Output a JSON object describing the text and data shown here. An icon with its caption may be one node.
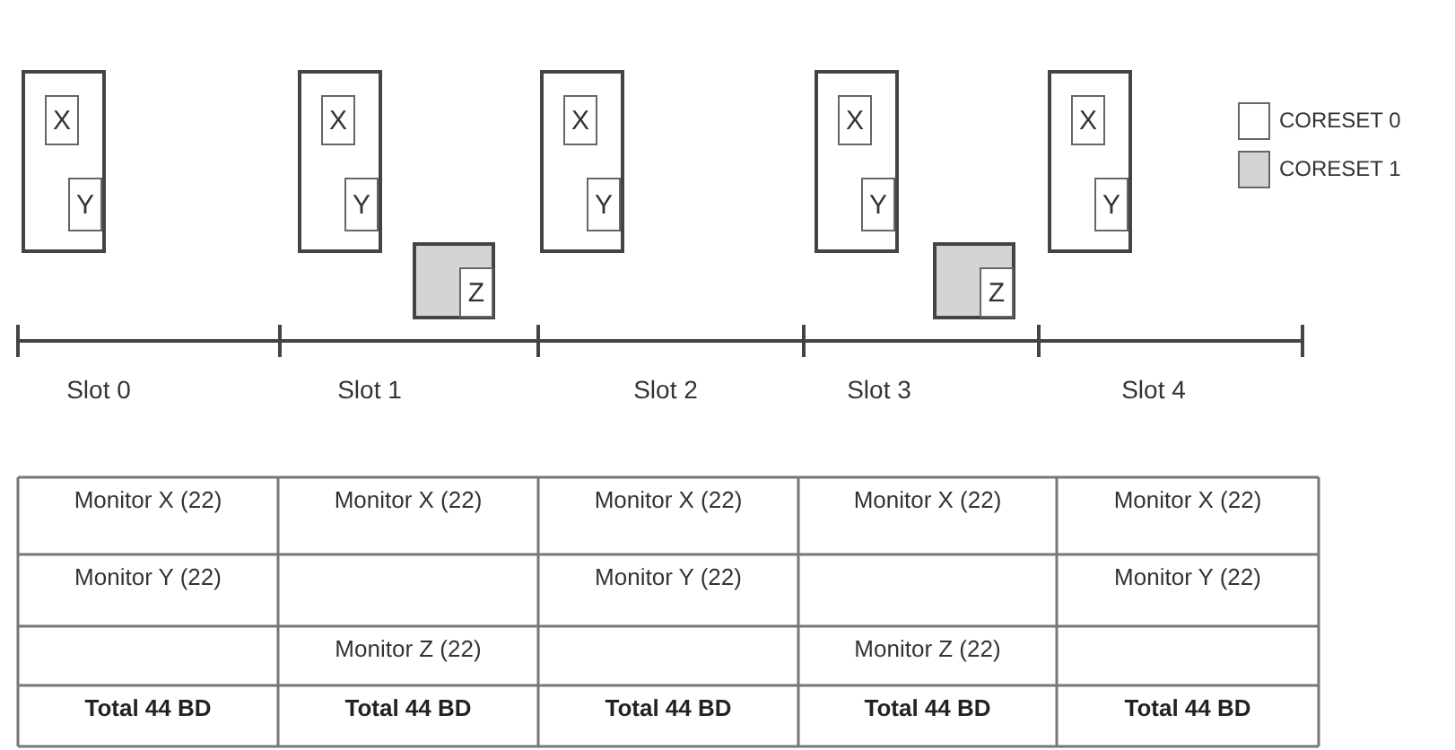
{
  "diagram": {
    "nodes": [
      {
        "text": [],
        "shape": "box"
      },
      {
        "text": [
          "X"
        ],
        "in": 0
      },
      {
        "text": [
          "Y"
        ],
        "in": 0
      },
      {
        "text": [],
        "shape": "box"
      },
      {
        "text": [
          "X"
        ],
        "in": 3
      },
      {
        "text": [
          "Y"
        ],
        "in": 3
      },
      {
        "text": [],
        "shape": "box"
      },
      {
        "text": [
          "Z"
        ],
        "in": 6
      },
      {
        "text": [],
        "shape": "box"
      },
      {
        "text": [
          "X"
        ],
        "in": 8
      },
      {
        "text": [
          "Y"
        ],
        "in": 8
      },
      {
        "text": [],
        "shape": "box"
      },
      {
        "text": [
          "X"
        ],
        "in": 11
      },
      {
        "text": [
          "Y"
        ],
        "in": 11
      },
      {
        "text": [],
        "shape": "box"
      },
      {
        "text": [
          "Z"
        ],
        "in": 14
      },
      {
        "text": [],
        "shape": "box"
      },
      {
        "text": [
          "X"
        ],
        "in": 16
      },
      {
        "text": [
          "Y"
        ],
        "in": 16
      }
    ],
    "labels": [
      "Slot 0",
      "Slot 1",
      "Slot 2",
      "Slot 3",
      "Slot 4",
      "Monitor X (22)",
      "Monitor X (22)",
      "Monitor X (22)",
      "Monitor X (22)",
      "Monitor X (22)",
      "Monitor Y (22)",
      "Monitor Y (22)",
      "Monitor Y (22)",
      "Monitor Z (22)",
      "Monitor Z (22)",
      "Total 44 BD",
      "Total 44 BD",
      "Total 44 BD",
      "Total 44 BD",
      "Total 44 BD"
    ],
    "legend": [
      {
        "text": "CORESET 0",
        "color": "#ffffff"
      },
      {
        "text": "CORESET 1",
        "color": "#d4d4d4"
      }
    ]
  }
}
